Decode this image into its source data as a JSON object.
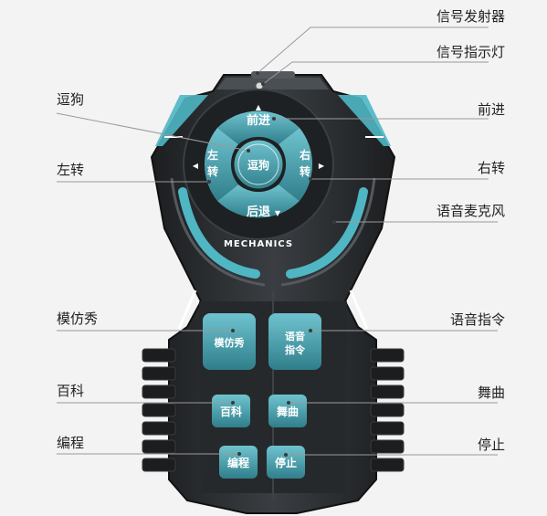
{
  "callouts": {
    "signal_emitter": "信号发射器",
    "signal_light": "信号指示灯",
    "forward": "前进",
    "right_turn": "右转",
    "voice_mic": "语音麦克风",
    "voice_command": "语音指令",
    "dance": "舞曲",
    "stop": "停止",
    "tease": "逗狗",
    "left_turn": "左转",
    "imitate": "模仿秀",
    "encyclopedia": "百科",
    "program": "编程"
  },
  "device": {
    "brand": "MECHANICS",
    "buttons": {
      "forward": "前进",
      "back": "后退",
      "left_1": "左",
      "left_2": "转",
      "right_1": "右",
      "right_2": "转",
      "center": "逗狗",
      "imitate": "模仿秀",
      "voice_1": "语音",
      "voice_2": "指令",
      "encyclopedia": "百科",
      "dance": "舞曲",
      "program": "编程",
      "stop": "停止"
    }
  },
  "colors": {
    "body": "#2a2d30",
    "accent": "#4fb6c4",
    "button": "#3f8d99",
    "line": "#9a9a9a"
  }
}
